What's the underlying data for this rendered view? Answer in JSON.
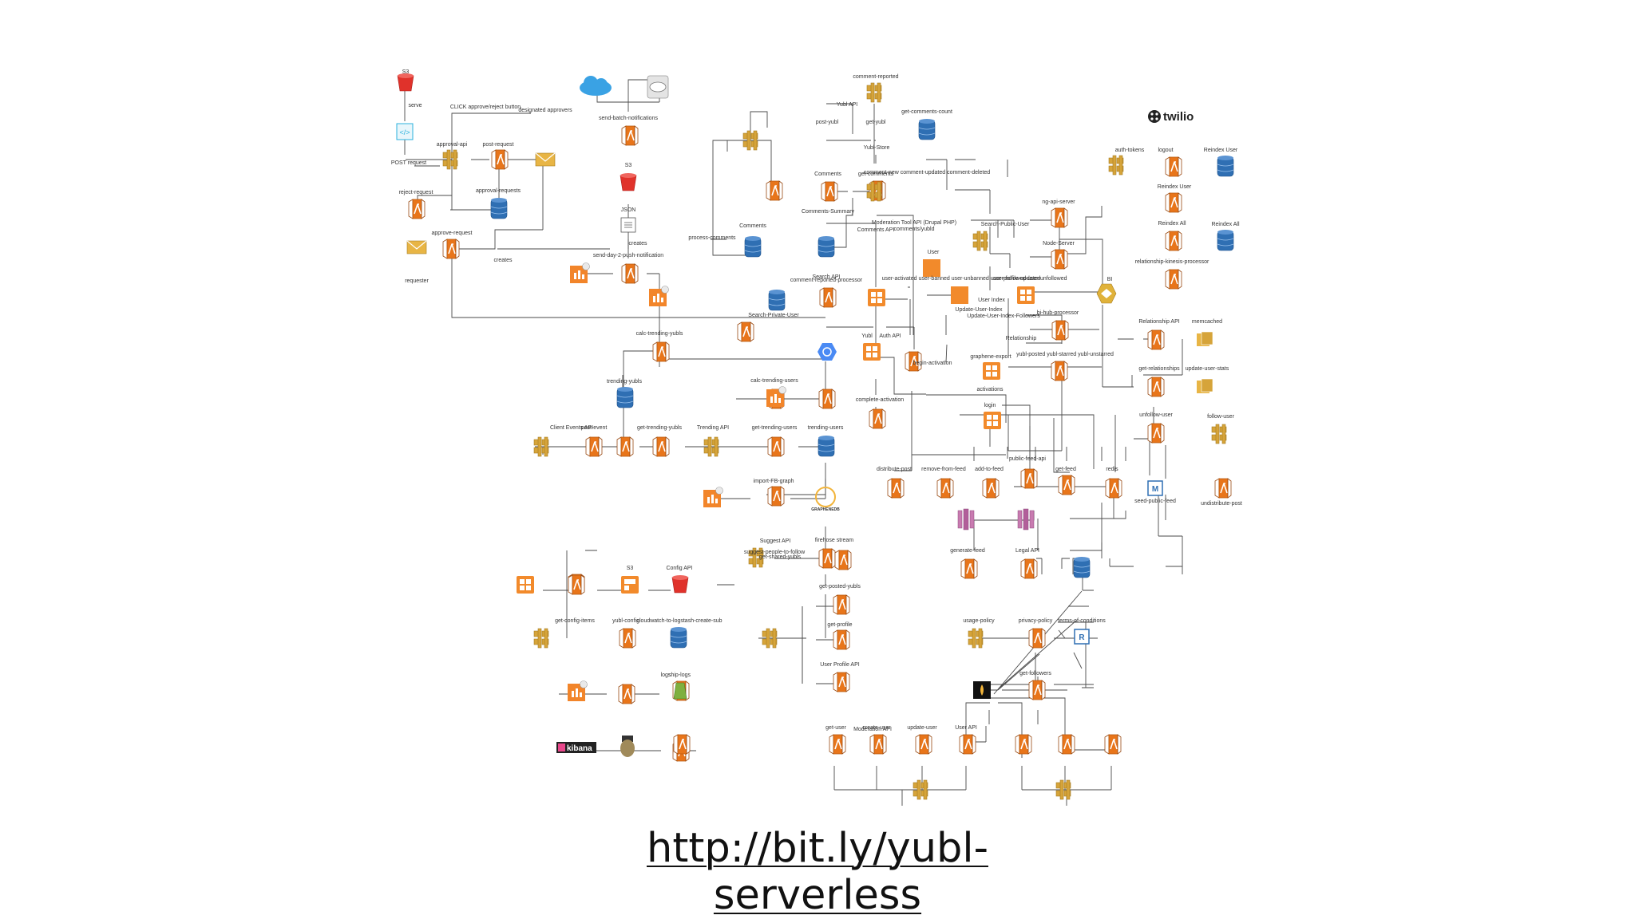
{
  "link": "http://bit.ly/yubl-serverless",
  "brand": {
    "twilio": "twilio",
    "kibana": "kibana",
    "graphene": "GRAPHENEDB"
  },
  "colors": {
    "lambda": "#e8751a",
    "apigw": "#d6a43a",
    "dynamo": "#2f6fb3",
    "s3": "#e0322b",
    "kinesis": "#c87bb0",
    "wire": "#4a4a4a"
  },
  "icons": [
    "lambda-icon",
    "api-gateway-icon",
    "dynamodb-icon",
    "s3-bucket-icon",
    "kinesis-icon",
    "cloudwatch-icon",
    "email-icon",
    "json-doc-icon",
    "cloud-icon",
    "elasticsearch-icon",
    "memcached-icon",
    "redis-icon",
    "bigquery-icon",
    "graphene-icon",
    "logstash-icon",
    "twilio-logo",
    "kibana-logo"
  ],
  "labels": [
    "S3",
    "serve",
    "POST request",
    "CLICK approve/reject button",
    "designated approvers",
    "approval-api",
    "post-request",
    "approval-requests",
    "reject-request",
    "approve-request",
    "requester",
    "creates",
    "send-batch-notifications",
    "S3",
    "JSON",
    "creates",
    "send-day-2-push-notification",
    "calc-trending-yubls",
    "trending-yubls",
    "Client Events API",
    "post-event",
    "get-trending-yubls",
    "Trending API",
    "get-trending-users",
    "trending-users",
    "calc-trending-users",
    "import-FB-graph",
    "Suggest API",
    "suggest-people-to-follow",
    "firehose stream",
    "S3",
    "Config API",
    "get-config-items",
    "yubl-config",
    "cloudwatch-to-logstash-create-sub",
    "logs",
    "ship-logs",
    "Moderation API",
    "comment-reported",
    "Yubl API",
    "get-yubl",
    "post-yubl",
    "Yubl-Store",
    "get-comments",
    "Comments",
    "Comments API",
    "Comments-Summary",
    "get-comments-count",
    "comment-new comment-updated comment-deleted",
    "Moderation Tool API (Drupal PHP)",
    "comments/yubld",
    "process-comments",
    "Comments",
    "comment-reported-processor",
    "Search API",
    "Search-Private-User",
    "Search-Public-User",
    "ng-api-server",
    "Node-Server",
    "User",
    "user-activated user-banned user-unbanned user-profile-updated",
    "user-followed user-unfollowed",
    "User Index",
    "Update-User-Index",
    "Update-User-Index-Followers",
    "Relationship",
    "BI",
    "bi-hub-processor",
    "yubl-posted yubl-starred yubl-unstarred",
    "graphene-export",
    "Yubl",
    "Auth API",
    "begin-activation",
    "activations",
    "complete-activation",
    "login",
    "auth-tokens",
    "logout",
    "Reindex User",
    "Reindex User",
    "Reindex All",
    "Reindex All",
    "relationship-kinesis-processor",
    "Relationship API",
    "memcached",
    "get-relationships",
    "update-user-stats",
    "unfollow-user",
    "follow-user",
    "seed-public-feed",
    "undistribute-post",
    "distribute-post",
    "remove-from-feed",
    "add-to-feed",
    "public-feed-api",
    "get-feed",
    "redis",
    "generate-feed",
    "Legal API",
    "usage-policy",
    "privacy-policy",
    "terms-of-conditions",
    "get-followers",
    "get-shared-yubls",
    "get-posted-yubls",
    "get-profile",
    "User Profile API",
    "get-user",
    "create-user",
    "update-user",
    "User API"
  ]
}
